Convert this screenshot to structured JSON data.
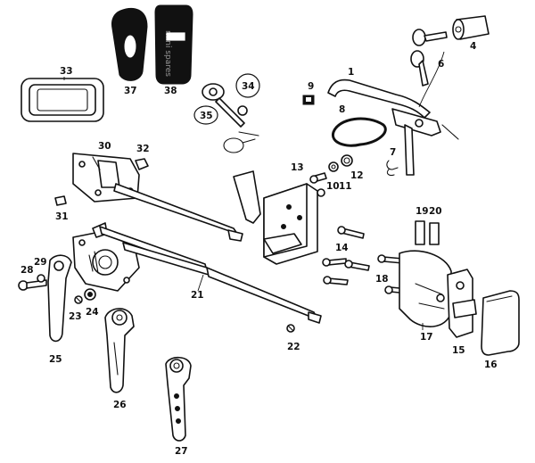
{
  "labels": {
    "p1": "1",
    "p4": "4",
    "p6": "6",
    "p7": "7",
    "p8": "8",
    "p9": "9",
    "p10": "10",
    "p11": "11",
    "p12": "12",
    "p13": "13",
    "p14": "14",
    "p15": "15",
    "p16": "16",
    "p17": "17",
    "p18": "18",
    "p19": "19",
    "p20": "20",
    "p21": "21",
    "p22": "22",
    "p23": "23",
    "p24": "24",
    "p25": "25",
    "p26": "26",
    "p27": "27",
    "p28": "28",
    "p29": "29",
    "p30": "30",
    "p31": "31",
    "p32": "32",
    "p33": "33",
    "p34": "34",
    "p35": "35",
    "p37": "37",
    "p38": "38"
  },
  "watermark": "mini spares",
  "colors": {
    "ink": "#111111",
    "paper": "#ffffff"
  }
}
